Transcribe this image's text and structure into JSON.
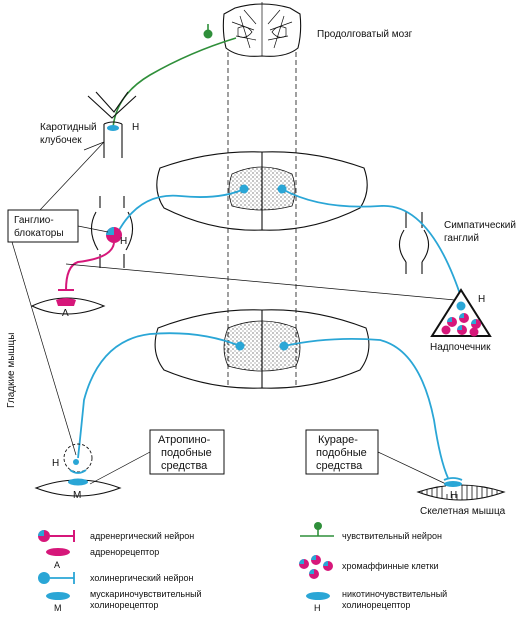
{
  "labels": {
    "medulla": "Продолговатый мозг",
    "carotid_line1": "Каротидный",
    "carotid_line2": "клубочек",
    "ganglioblockers_line1": "Ганглио-",
    "ganglioblockers_line2": "блокаторы",
    "sympathetic_line1": "Симпатический",
    "sympathetic_line2": "ганглий",
    "adrenal": "Надпочечник",
    "smooth_muscle": "Гладкие мышцы",
    "atropine_line1": "Атропино-",
    "atropine_line2": "подобные",
    "atropine_line3": "средства",
    "curare_line1": "Кураре-",
    "curare_line2": "подобные",
    "curare_line3": "средства",
    "skeletal_muscle": "Скелетная мышца",
    "receptor_H": "Н",
    "receptor_A": "А",
    "receptor_M": "М"
  },
  "legend": {
    "adrenergic_neuron": "адренергический нейрон",
    "adrenoreceptor": "адренорецептор",
    "adrenoreceptor_letter": "А",
    "cholinergic_neuron": "холинергический нейрон",
    "muscarinic_line1": "мускариночувствительный",
    "muscarinic_line2": "холинорецептор",
    "muscarinic_letter": "М",
    "sensory_neuron": "чувствительный нейрон",
    "chromaffin": "хромаффинные клетки",
    "nicotinic_line1": "никотиночувствительный",
    "nicotinic_line2": "холинорецептор",
    "nicotinic_letter": "Н"
  },
  "colors": {
    "cholinergic": "#2aa6d6",
    "adrenergic": "#d6177a",
    "sensory": "#2f8f3a"
  }
}
